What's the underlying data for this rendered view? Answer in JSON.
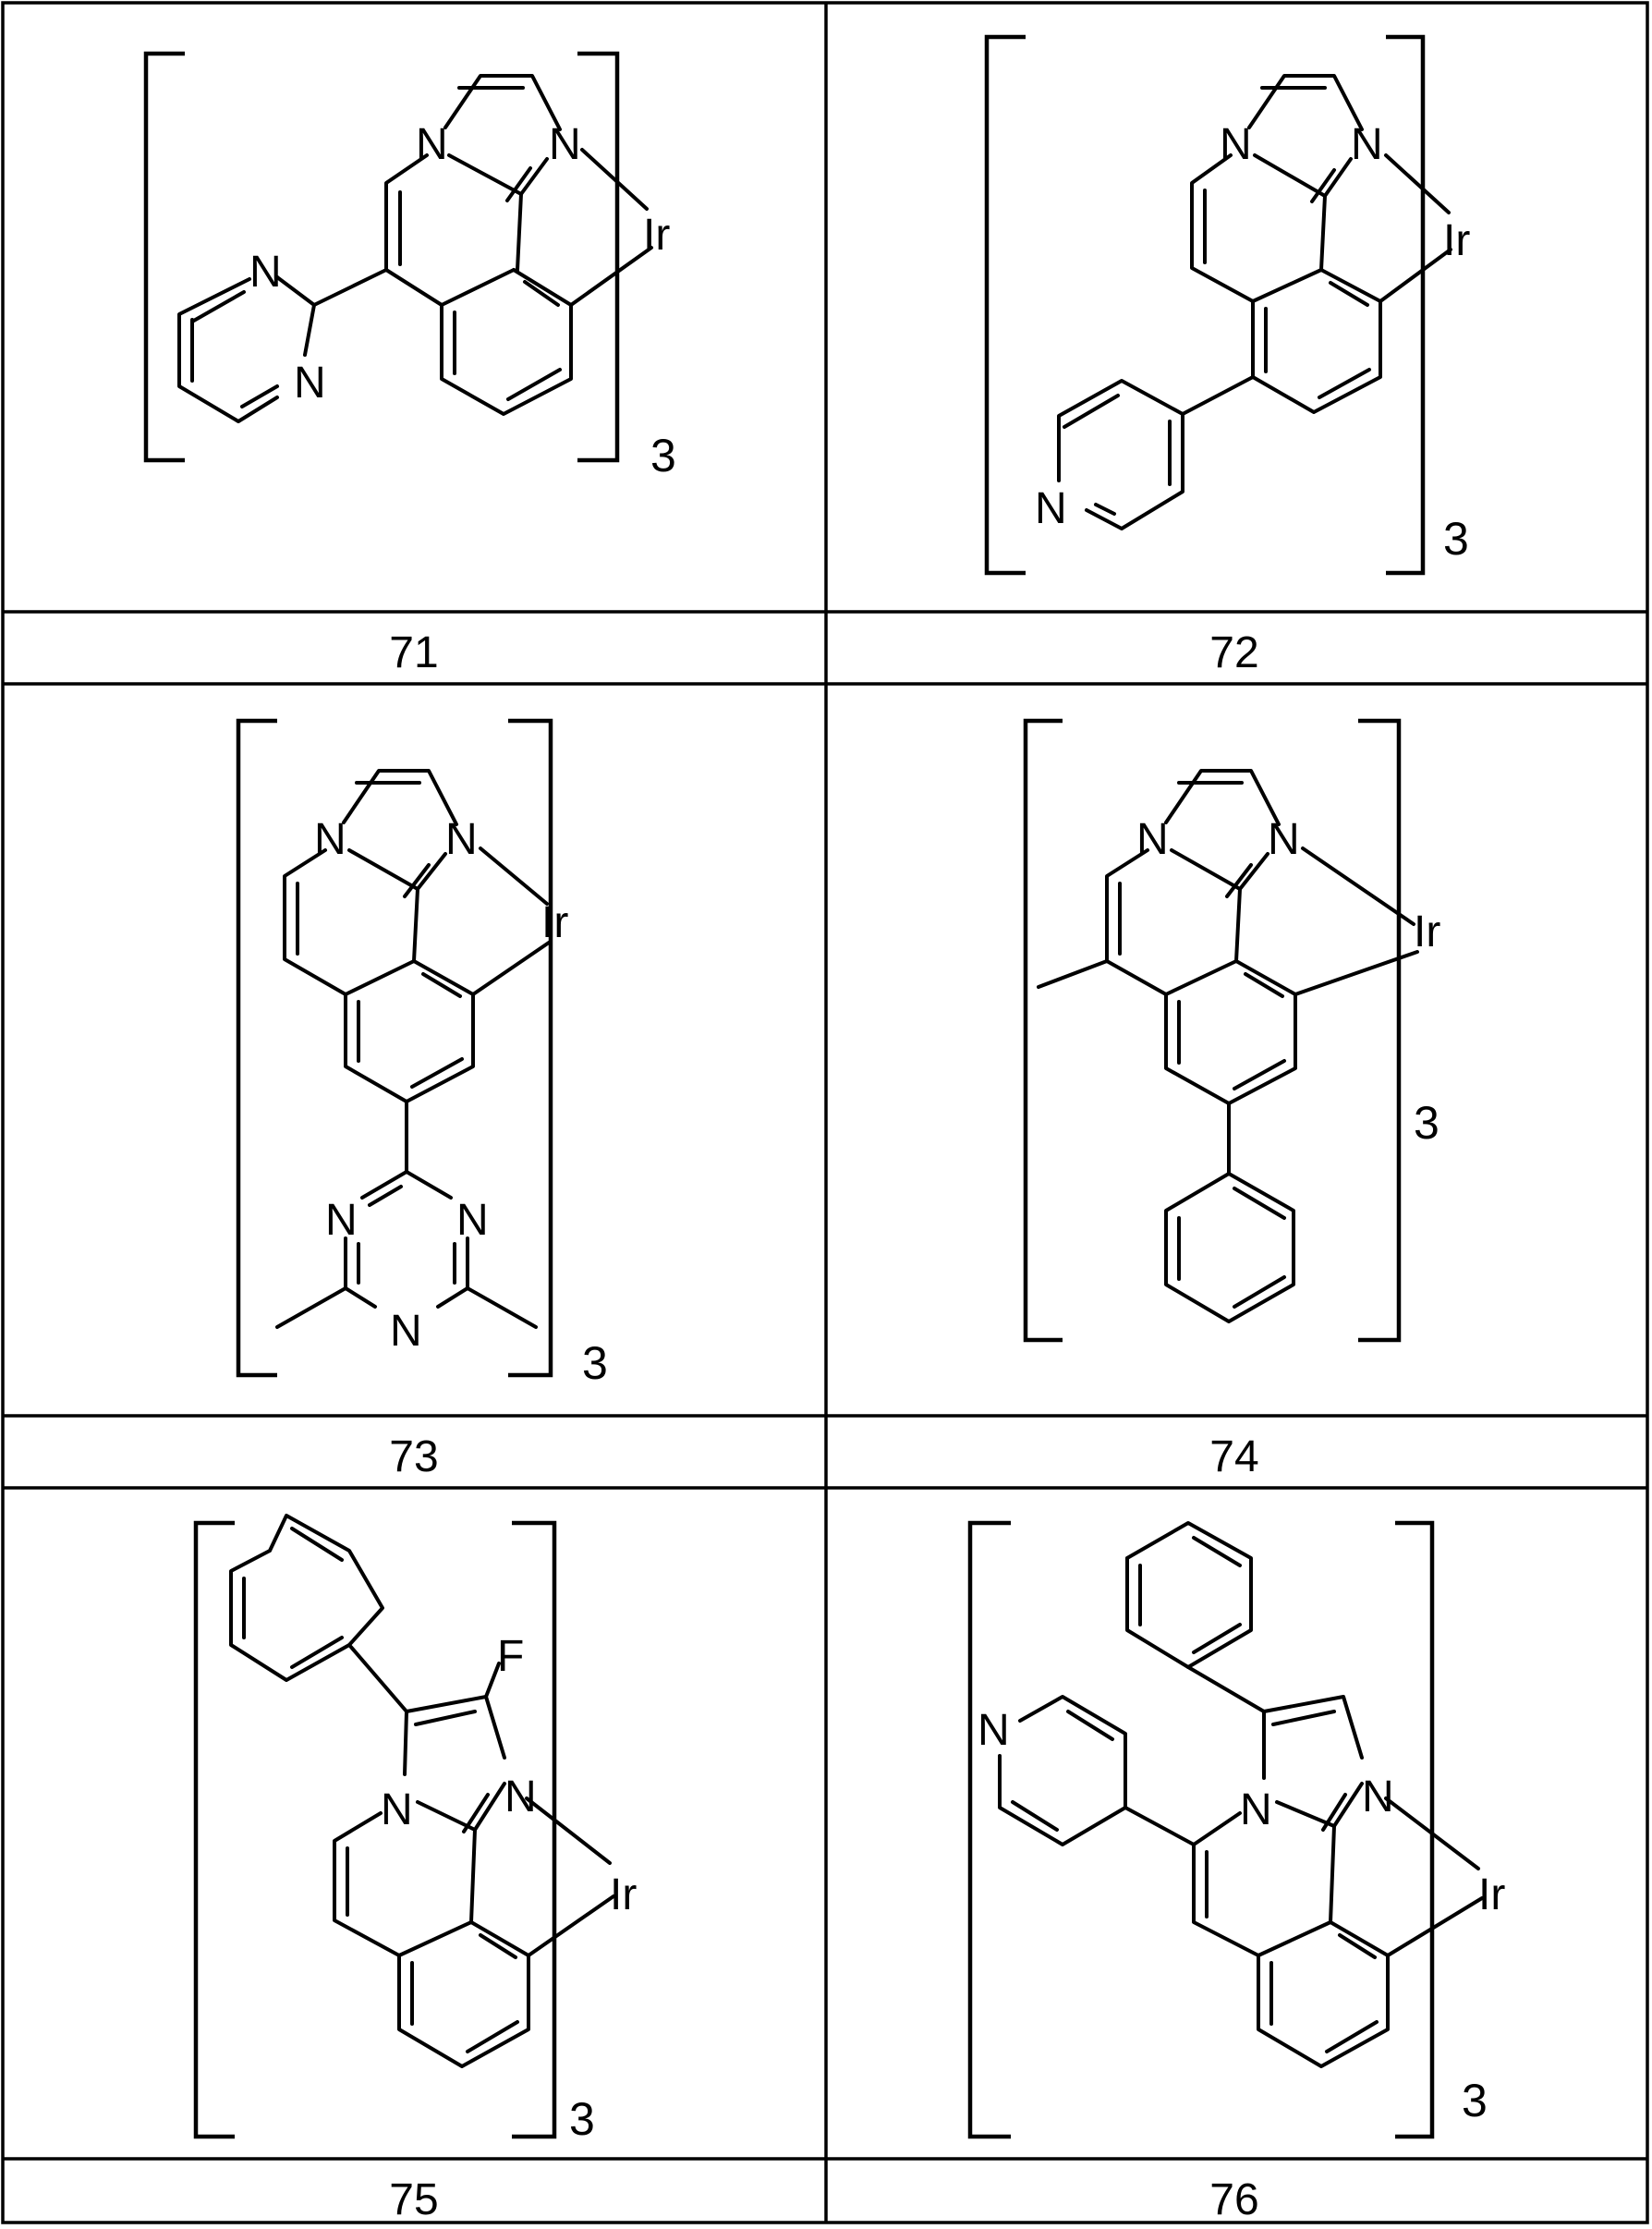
{
  "compound_table": {
    "cells": [
      {
        "number": "71",
        "multiplicity": "3",
        "atoms": {
          "metal": "Ir",
          "nitrogen": "N"
        }
      },
      {
        "number": "72",
        "multiplicity": "3",
        "atoms": {
          "metal": "Ir",
          "nitrogen": "N"
        }
      },
      {
        "number": "73",
        "multiplicity": "3",
        "atoms": {
          "metal": "Ir",
          "nitrogen": "N"
        }
      },
      {
        "number": "74",
        "multiplicity": "3",
        "atoms": {
          "metal": "Ir",
          "nitrogen": "N"
        }
      },
      {
        "number": "75",
        "multiplicity": "3",
        "atoms": {
          "metal": "Ir",
          "nitrogen": "N",
          "fluorine": "F"
        }
      },
      {
        "number": "76",
        "multiplicity": "3",
        "atoms": {
          "metal": "Ir",
          "nitrogen": "N"
        }
      }
    ]
  }
}
